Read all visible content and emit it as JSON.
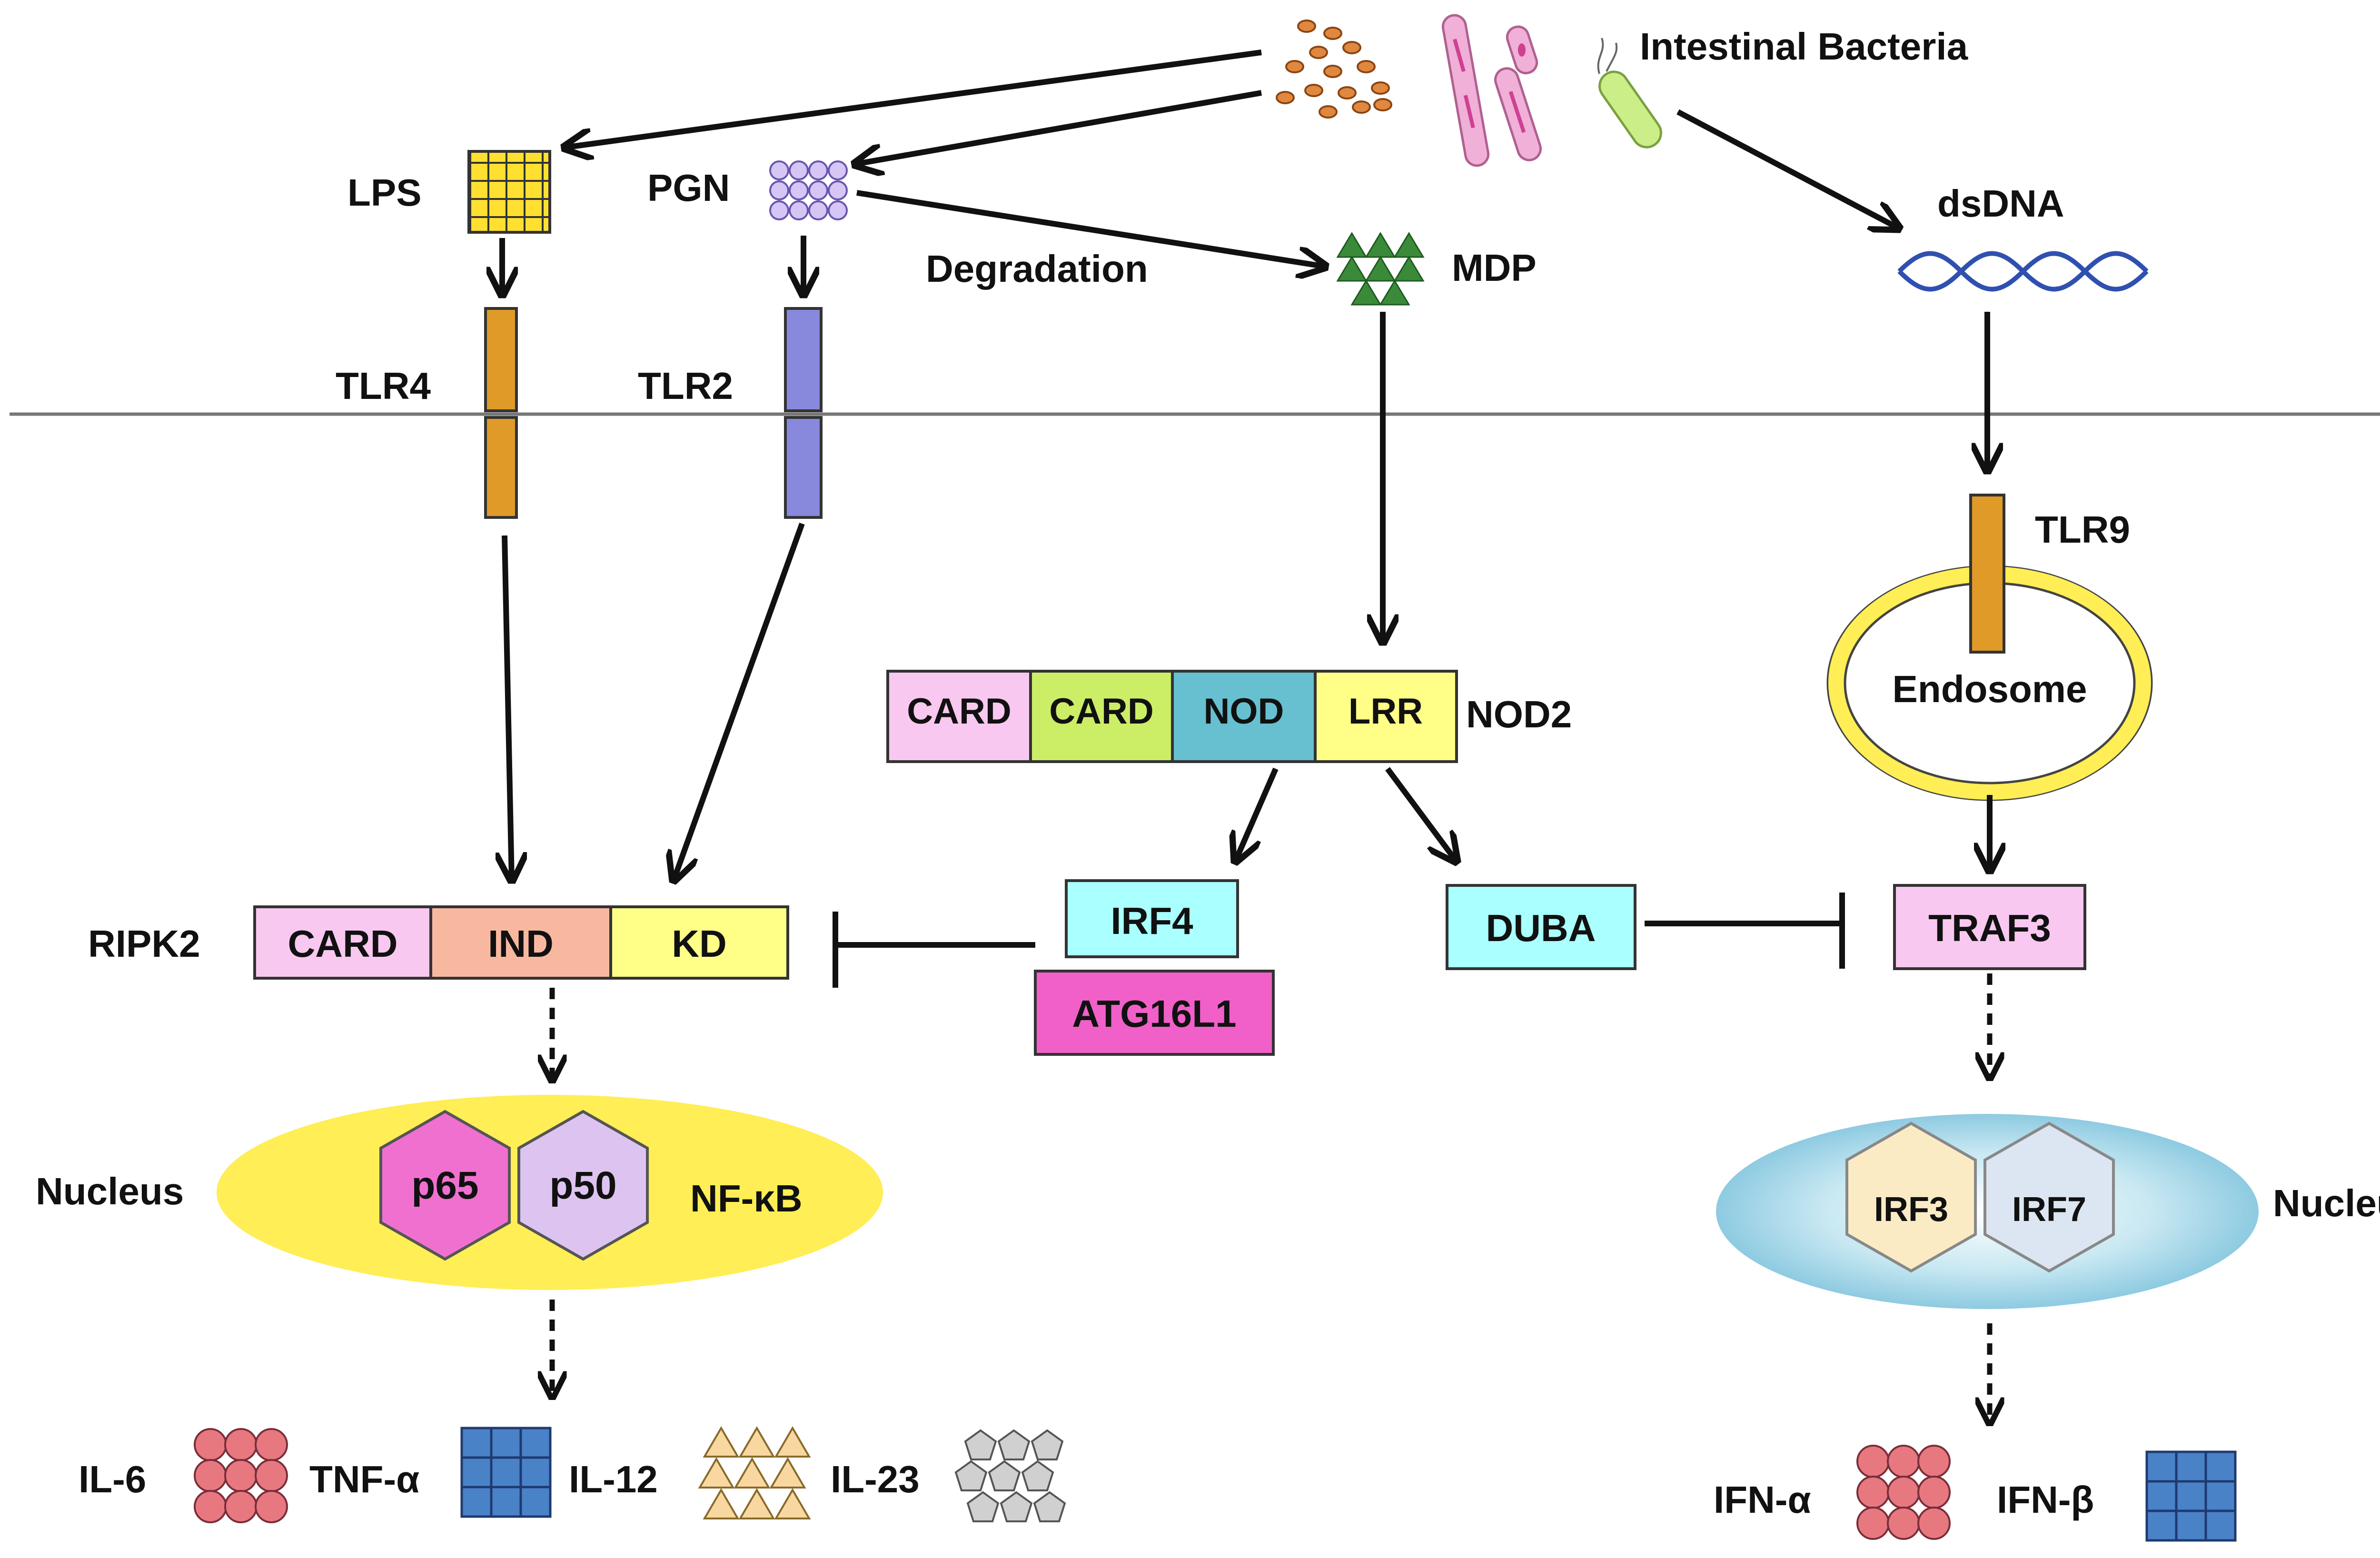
{
  "labels": {
    "intestinal_bacteria": "Intestinal Bacteria",
    "lps": "LPS",
    "pgn": "PGN",
    "degradation": "Degradation",
    "mdp": "MDP",
    "dsdna": "dsDNA",
    "tlr4": "TLR4",
    "tlr2": "TLR2",
    "tlr9": "TLR9",
    "endosome": "Endosome",
    "nod2": "NOD2",
    "ripk2": "RIPK2",
    "nucleus_left": "Nucleus",
    "nucleus_right": "Nucleus",
    "nfkb": "NF-κB",
    "il6": "IL-6",
    "tnfa": "TNF-α",
    "il12": "IL-12",
    "il23": "IL-23",
    "ifna": "IFN-α",
    "ifnb": "IFN-β"
  },
  "nod2_domains": [
    "CARD",
    "CARD",
    "NOD",
    "LRR"
  ],
  "ripk2_domains": [
    "CARD",
    "IND",
    "KD"
  ],
  "boxes": {
    "irf4": "IRF4",
    "atg16l1": "ATG16L1",
    "duba": "DUBA",
    "traf3": "TRAF3"
  },
  "hexagons": {
    "p65": "p65",
    "p50": "p50",
    "irf3": "IRF3",
    "irf7": "IRF7"
  },
  "colors": {
    "card_pink": "#F8C8F0",
    "card_green": "#CCEE66",
    "nod_teal": "#66C0D0",
    "lrr_yellow": "#FFFF88",
    "ind_salmon": "#F8B8A0",
    "kd_yellow": "#FFFF88",
    "irf4_cyan": "#AAFFFF",
    "atg16l1_magenta": "#F060C8",
    "duba_cyan": "#AAFFFF",
    "traf3_pink": "#F8C8F0",
    "tlr4_orange": "#E09A28",
    "tlr2_blue": "#8888DD",
    "nucleus_yellow": "#FFEE55",
    "endosome_yellow": "#FFEE55",
    "nucleus_blue": "#9ED4E8",
    "p65_magenta": "#F070D0",
    "p50_lavender": "#DDC4F0",
    "irf3_cream": "#FBEBC4",
    "irf7_blue": "#DCE6F2",
    "il6_salmon": "#E87880",
    "tnfa_blue": "#4A82C8",
    "il12_tan": "#F8D8A0",
    "il23_grey": "#D0D0D0",
    "lps_yellow": "#FFE030",
    "pgn_purple": "#D6C6F6",
    "mdp_green": "#3A8A3A",
    "dna_blue": "#3050B0"
  }
}
